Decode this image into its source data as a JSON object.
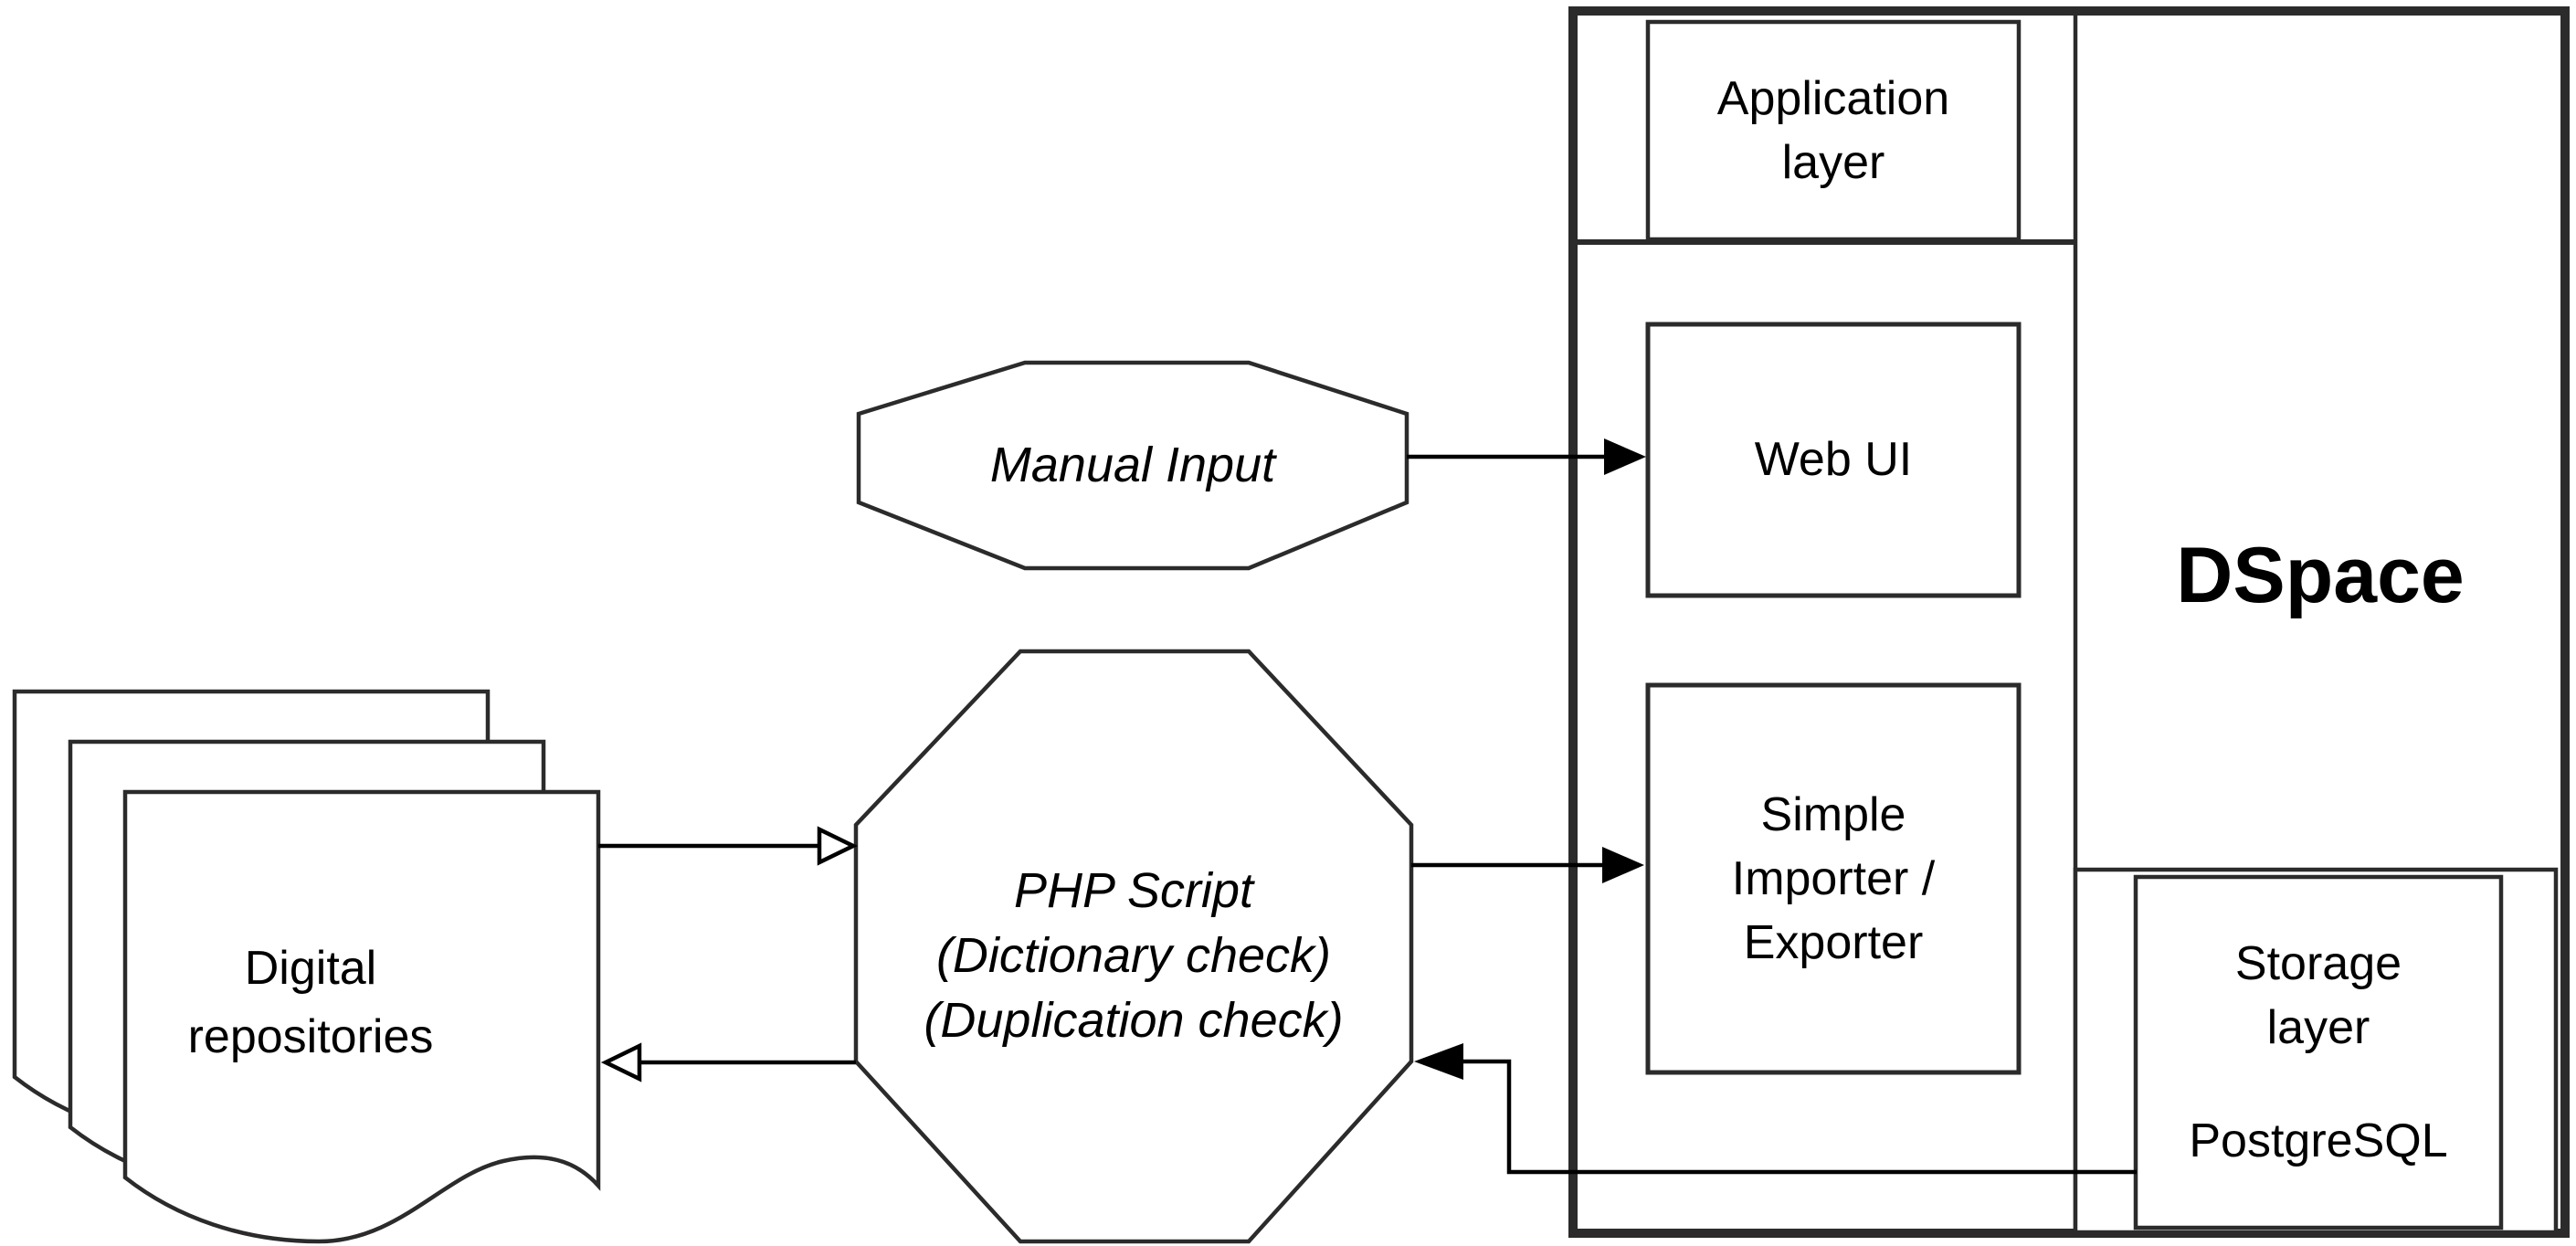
{
  "diagram": {
    "type": "flowchart",
    "colors": {
      "fill": "#ffffff",
      "shape_stroke": "#2b2b2b",
      "arrow_stroke": "#000000",
      "text": "#000000"
    },
    "nodes": {
      "digital_repositories": {
        "label": "Digital\nrepositories",
        "shape": "stacked-documents"
      },
      "php_script": {
        "label": "PHP Script\n(Dictionary check)\n(Duplication check)",
        "shape": "octagon"
      },
      "manual_input": {
        "label": "Manual Input",
        "shape": "octagon"
      },
      "dspace": {
        "label": "DSpace",
        "shape": "container"
      },
      "application_layer": {
        "label": "Application\nlayer",
        "shape": "rect"
      },
      "web_ui": {
        "label": "Web UI",
        "shape": "rect"
      },
      "simple_importer_exporter": {
        "label": "Simple\nImporter /\nExporter",
        "shape": "rect"
      },
      "storage_layer": {
        "label": "Storage\nlayer",
        "shape": "rect"
      },
      "postgresql": {
        "label": "PostgreSQL",
        "shape": "text-in-storage-box"
      }
    },
    "edges": [
      {
        "from": "digital_repositories",
        "to": "php_script",
        "head": "open"
      },
      {
        "from": "php_script",
        "to": "digital_repositories",
        "head": "open"
      },
      {
        "from": "manual_input",
        "to": "web_ui",
        "head": "filled"
      },
      {
        "from": "php_script",
        "to": "simple_importer_exporter",
        "head": "filled"
      },
      {
        "from": "storage_layer",
        "to": "php_script",
        "head": "filled"
      }
    ]
  }
}
